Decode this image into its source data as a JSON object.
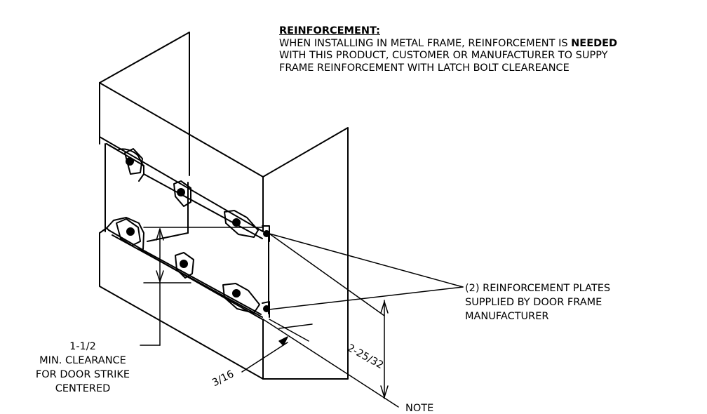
{
  "note": {
    "heading": "REINFORCEMENT:",
    "line1_a": "WHEN INSTALLING IN METAL FRAME, REINFORCEMENT IS ",
    "line1_b": "NEEDED",
    "line2": "WITH THIS PRODUCT, CUSTOMER OR MANUFACTURER TO SUPPY",
    "line3": "FRAME REINFORCEMENT WITH LATCH BOLT CLEAREANCE"
  },
  "clearance_callout": {
    "line1": "1-1/2",
    "line2": "MIN. CLEARANCE",
    "line3": "FOR DOOR STRIKE",
    "line4": "CENTERED"
  },
  "plates_callout": {
    "line1": "(2) REINFORCEMENT PLATES",
    "line2": "SUPPLIED BY DOOR FRAME",
    "line3": "MANUFACTURER"
  },
  "dimensions": {
    "height": "2-25/32",
    "thickness": "3/16"
  },
  "cut_off_text": "NOTE"
}
